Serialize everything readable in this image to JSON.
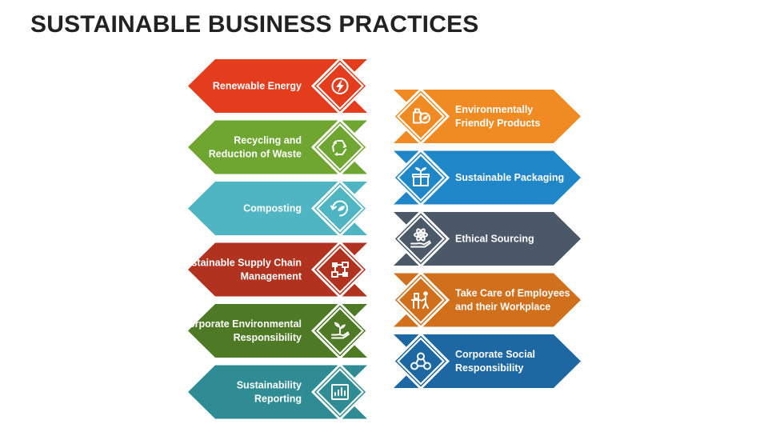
{
  "title": "SUSTAINABLE BUSINESS PRACTICES",
  "left_items": [
    {
      "lines": [
        "Renewable Energy"
      ],
      "color": "#E33D1E",
      "icon": "energy-icon"
    },
    {
      "lines": [
        "Recycling and",
        "Reduction of Waste"
      ],
      "color": "#6EA631",
      "icon": "recycle-icon"
    },
    {
      "lines": [
        "Composting"
      ],
      "color": "#4FB5C2",
      "icon": "compost-icon"
    },
    {
      "lines": [
        "Sustainable Supply Chain",
        "Management"
      ],
      "color": "#B0321F",
      "icon": "supply-chain-icon"
    },
    {
      "lines": [
        "Corporate Environmental",
        "Responsibility"
      ],
      "color": "#4E7A25",
      "icon": "plant-hand-icon"
    },
    {
      "lines": [
        "Sustainability",
        "Reporting"
      ],
      "color": "#2F8C95",
      "icon": "report-icon"
    }
  ],
  "right_items": [
    {
      "lines": [
        "Environmentally",
        "Friendly Products"
      ],
      "color": "#F08B24",
      "icon": "eco-product-icon"
    },
    {
      "lines": [
        "Sustainable Packaging"
      ],
      "color": "#1F86C8",
      "icon": "package-sprout-icon"
    },
    {
      "lines": [
        "Ethical Sourcing"
      ],
      "color": "#4A5868",
      "icon": "hand-atom-icon"
    },
    {
      "lines": [
        "Take Care of Employees",
        "and their Workplace"
      ],
      "color": "#D1701C",
      "icon": "workplace-icon"
    },
    {
      "lines": [
        "Corporate Social",
        "Responsibility"
      ],
      "color": "#1D67A3",
      "icon": "people-network-icon"
    }
  ]
}
